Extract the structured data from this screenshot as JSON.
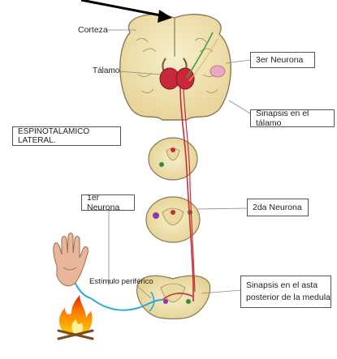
{
  "diagram": {
    "labels": {
      "corteza": "Corteza",
      "talamo": "Tálamo",
      "tercer_neurona": "3er Neurona",
      "sinapsis_talamo": "Sinapsis en el tálamo",
      "titulo": "ESPINOTALAMICO LATERAL.",
      "primer_neurona": "1er Neurona",
      "segunda_neurona": "2da Neurona",
      "estimulo": "Estímulo periférico",
      "sinapsis_asta_1": "Sinapsis en el asta",
      "sinapsis_asta_2": "posterior de la medula"
    },
    "colors": {
      "pathway": "#c0303a",
      "fiber_blue": "#2aa8d8",
      "brain_fill": "#f2e6b8",
      "brain_outline": "#8a7a55",
      "thalamus": "#c8283a"
    },
    "icons": [
      "brain-cross-section",
      "spinal-cord-section",
      "hand-icon",
      "fire-icon",
      "arrow-pointer"
    ]
  }
}
